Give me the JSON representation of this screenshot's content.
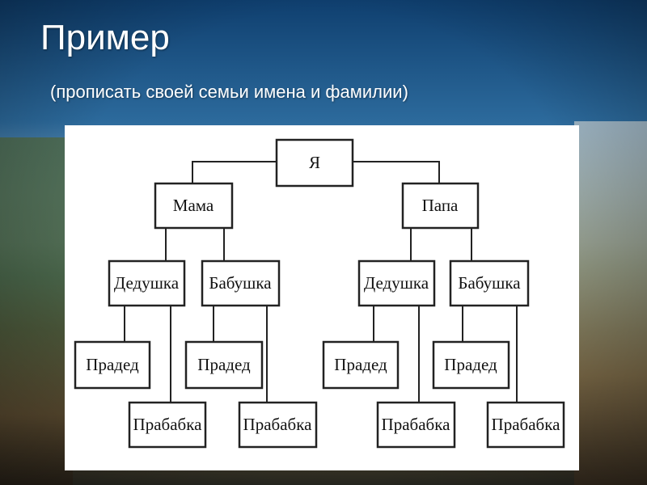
{
  "slide": {
    "title": "Пример",
    "subtitle": "(прописать своей семьи  имена и фамилии)"
  },
  "tree": {
    "root": "Я",
    "mother": "Мама",
    "father": "Папа",
    "mother_side": {
      "grandfather": "Дедушка",
      "grandmother": "Бабушка",
      "grandfather_father": "Прадед",
      "grandfather_mother": "Прабабка",
      "grandmother_father": "Прадед",
      "grandmother_mother": "Прабабка"
    },
    "father_side": {
      "grandfather": "Дедушка",
      "grandmother": "Бабушка",
      "grandfather_father": "Прадед",
      "grandfather_mother": "Прабабка",
      "grandmother_father": "Прадед",
      "grandmother_mother": "Прабабка"
    }
  }
}
